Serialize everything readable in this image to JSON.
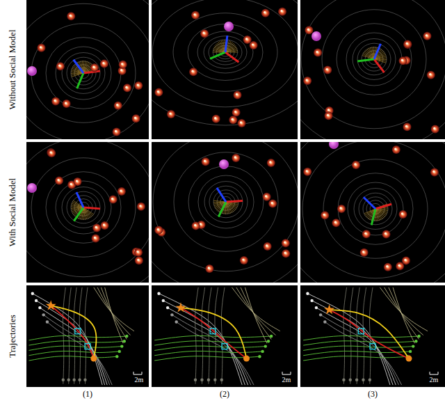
{
  "diagram": {
    "labels": [
      "Without Social Model",
      "With Social Model",
      "Trajectories",
      "2m",
      "2m",
      "2m",
      "(1)",
      "(2)",
      "(3)"
    ]
  }
}
